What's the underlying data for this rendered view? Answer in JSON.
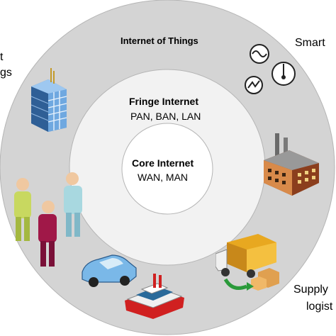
{
  "rings": {
    "outer": {
      "title": "Internet of Things"
    },
    "middle": {
      "title": "Fringe Internet",
      "subtitle": "PAN, BAN, LAN"
    },
    "inner": {
      "title": "Core Internet",
      "subtitle": "WAN, MAN"
    }
  },
  "edge_labels": {
    "top_left_line1": "t",
    "top_left_line2": "gs",
    "top_right": "Smart",
    "bottom_right_line1": "Supply",
    "bottom_right_line2": "logist"
  },
  "icons": [
    "building-icon",
    "meters-icon",
    "factory-icon",
    "people-icon",
    "truck-icon",
    "car-icon",
    "ferry-icon"
  ],
  "colors": {
    "outer_ring": "#d4d4d4",
    "inner_disc": "#f2f2f2",
    "ring_stroke": "#b5b5b5"
  }
}
